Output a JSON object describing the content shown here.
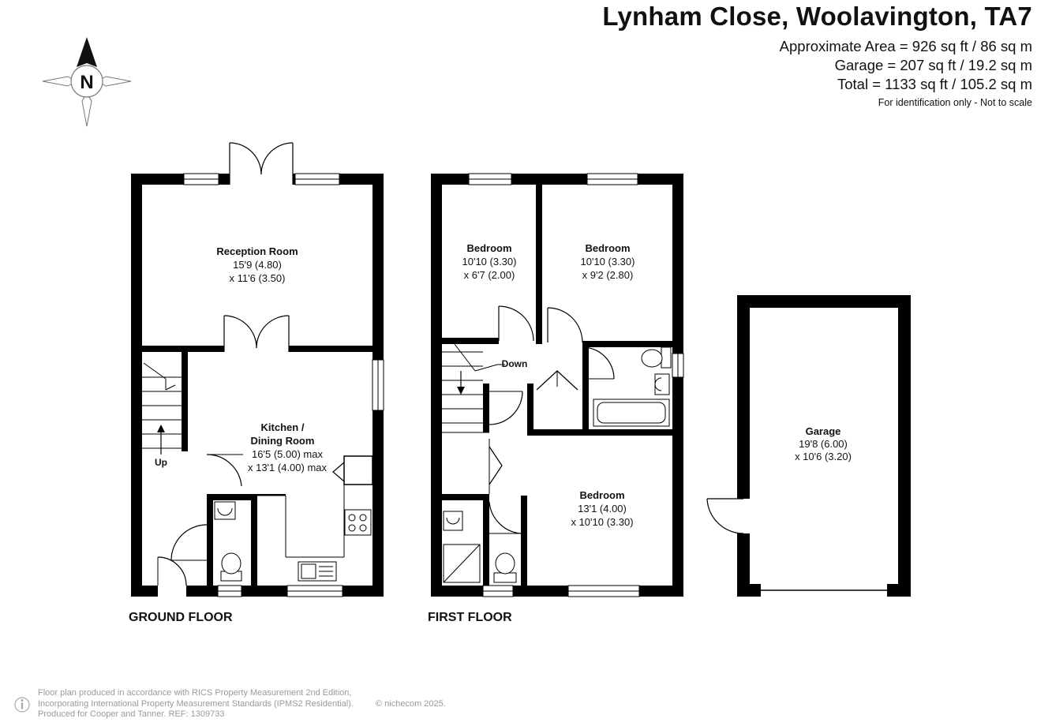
{
  "header": {
    "title": "Lynham Close, Woolavington, TA7",
    "area_lines": [
      "Approximate Area = 926 sq ft / 86 sq m",
      "Garage = 207 sq ft / 19.2 sq m",
      "Total = 1133 sq ft / 105.2 sq m"
    ],
    "note": "For identification only - Not to scale"
  },
  "compass": {
    "label": "N"
  },
  "floors": {
    "ground": "GROUND FLOOR",
    "first": "FIRST FLOOR"
  },
  "rooms": {
    "reception": {
      "name": "Reception Room",
      "dim1": "15'9 (4.80)",
      "dim2": "x 11'6 (3.50)"
    },
    "kitchen": {
      "name1": "Kitchen /",
      "name2": "Dining Room",
      "dim1": "16'5 (5.00) max",
      "dim2": "x 13'1 (4.00) max"
    },
    "bedroom1": {
      "name": "Bedroom",
      "dim1": "10'10 (3.30)",
      "dim2": "x 6'7 (2.00)"
    },
    "bedroom2": {
      "name": "Bedroom",
      "dim1": "10'10 (3.30)",
      "dim2": "x 9'2 (2.80)"
    },
    "bedroom3": {
      "name": "Bedroom",
      "dim1": "13'1 (4.00)",
      "dim2": "x 10'10 (3.30)"
    },
    "garage": {
      "name": "Garage",
      "dim1": "19'8 (6.00)",
      "dim2": "x 10'6 (3.20)"
    }
  },
  "stairs": {
    "up": "Up",
    "down": "Down"
  },
  "footer": {
    "lines": [
      "Floor plan produced in accordance with RICS Property Measurement 2nd Edition,",
      "Incorporating International Property Measurement Standards (IPMS2 Residential).",
      "Produced for Cooper and Tanner.   REF:  1309733"
    ],
    "brand": "© nichecom 2025."
  }
}
